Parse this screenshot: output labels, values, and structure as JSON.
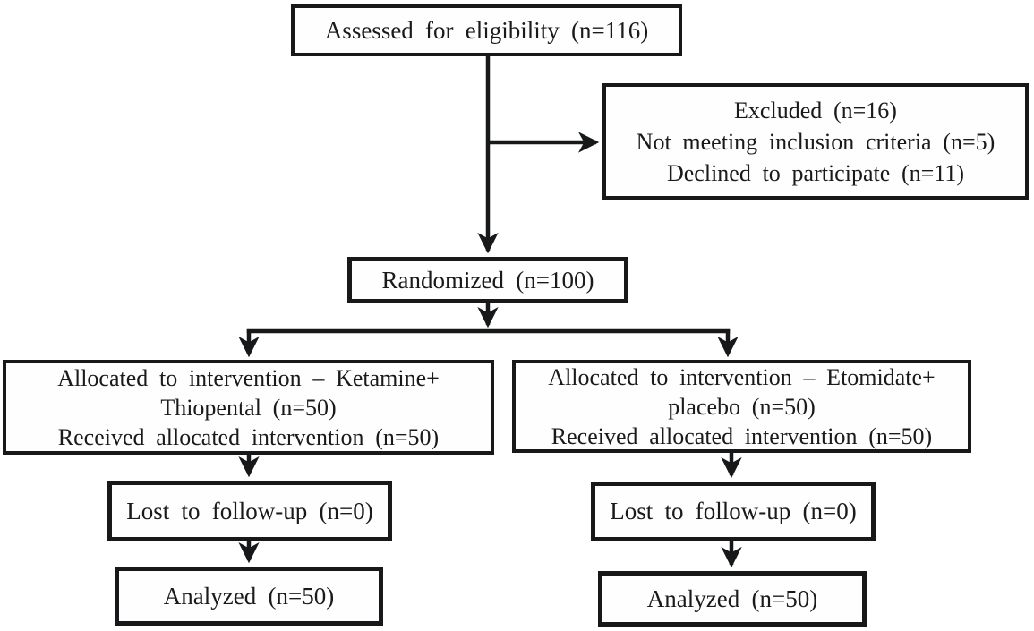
{
  "diagram": {
    "title": "CONSORT participant flow diagram",
    "colors": {
      "line": "#161819",
      "box_border": "#161819",
      "text": "#191b1b",
      "background": "#ffffff"
    },
    "boxes": {
      "assessed": {
        "lines": [
          "Assessed for eligibility (n=116)"
        ]
      },
      "excluded": {
        "lines": [
          "Excluded (n=16)",
          "Not meeting inclusion criteria (n=5)",
          "Declined to participate (n=11)"
        ]
      },
      "randomized": {
        "lines": [
          "Randomized (n=100)"
        ]
      },
      "alloc_left": {
        "lines": [
          "Allocated to intervention – Ketamine+",
          "Thiopental (n=50)",
          "Received allocated intervention (n=50)"
        ]
      },
      "alloc_right": {
        "lines": [
          "Allocated to intervention – Etomidate+",
          "placebo (n=50)",
          "Received allocated intervention (n=50)"
        ]
      },
      "lost_left": {
        "lines": [
          "Lost to follow-up (n=0)"
        ]
      },
      "lost_right": {
        "lines": [
          "Lost to follow-up (n=0)"
        ]
      },
      "analyzed_left": {
        "lines": [
          "Analyzed (n=50)"
        ]
      },
      "analyzed_right": {
        "lines": [
          "Analyzed (n=50)"
        ]
      }
    }
  }
}
